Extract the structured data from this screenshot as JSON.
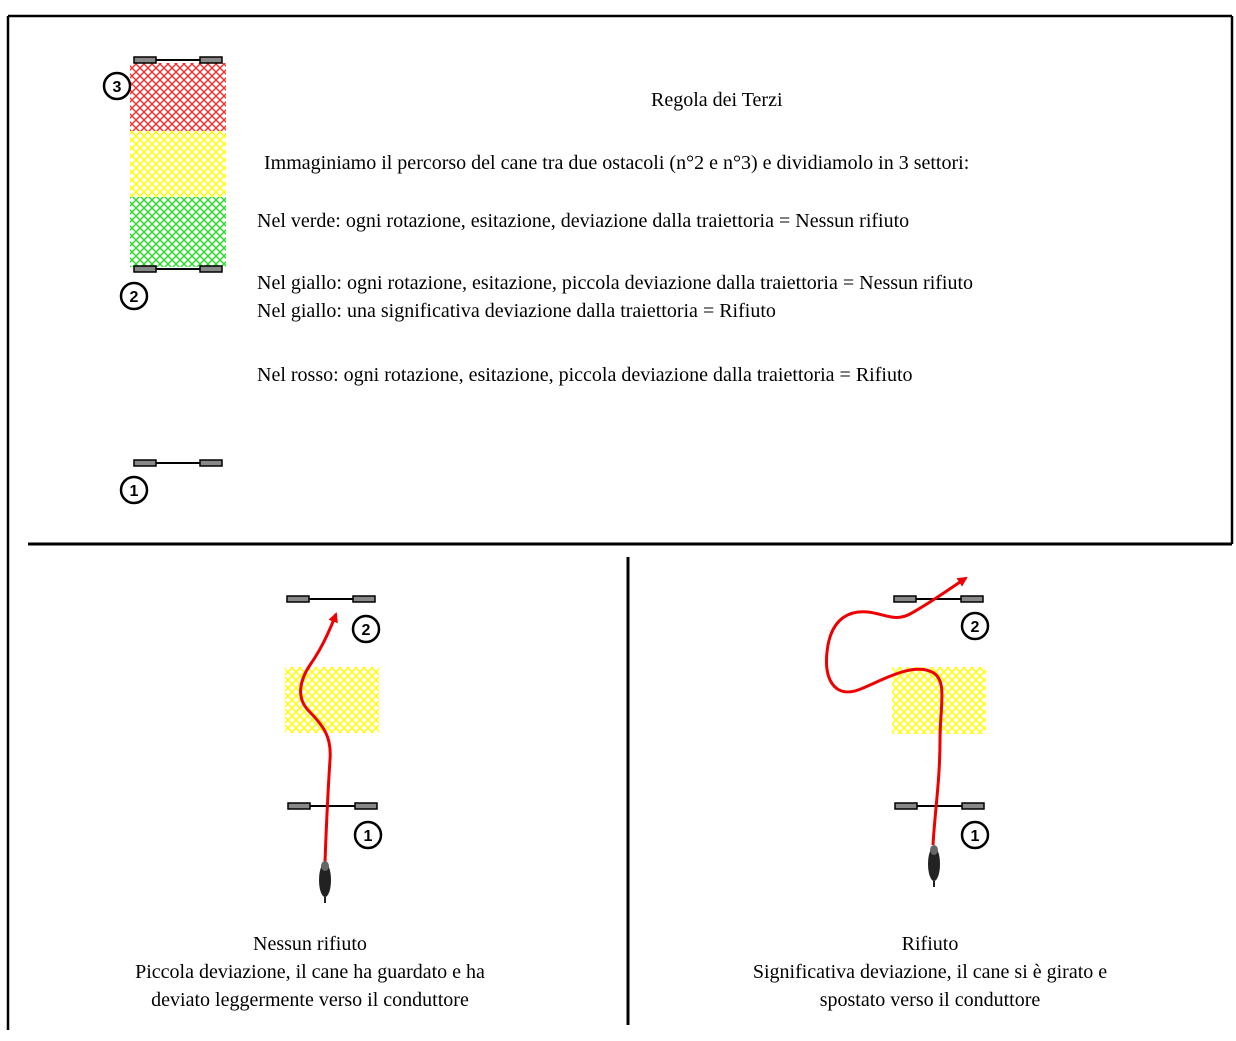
{
  "top_panel": {
    "title": "Regola dei Terzi",
    "intro": "Immaginiamo il percorso del cane tra due ostacoli (n°2 e n°3) e dividiamolo in 3 settori:",
    "rule_green": "Nel verde: ogni rotazione, esitazione, deviazione dalla traiettoria = Nessun rifiuto",
    "rule_yellow_1": "Nel giallo: ogni rotazione, esitazione, piccola deviazione dalla traiettoria = Nessun rifiuto",
    "rule_yellow_2": "Nel giallo: una significativa deviazione dalla traiettoria = Rifiuto",
    "rule_red": "Nel rosso: ogni rotazione, esitazione, piccola deviazione dalla traiettoria = Rifiuto",
    "obstacle_labels": {
      "first": "1",
      "second": "2",
      "third": "3"
    }
  },
  "left_example": {
    "title": "Nessun rifiuto",
    "caption_line_1": "Piccola deviazione, il cane ha guardato e ha",
    "caption_line_2": "deviato leggermente verso il conduttore",
    "obstacle_labels": {
      "first": "1",
      "second": "2"
    }
  },
  "right_example": {
    "title": "Rifiuto",
    "caption_line_1": "Significativa deviazione, il cane si è girato e",
    "caption_line_2": "spostato verso il conduttore",
    "obstacle_labels": {
      "first": "1",
      "second": "2"
    }
  },
  "colors": {
    "green_zone": "#22dd22",
    "yellow_zone": "#ffff00",
    "red_zone": "#ff2a2a",
    "dog_path": "#ee0000",
    "line": "#000000"
  }
}
